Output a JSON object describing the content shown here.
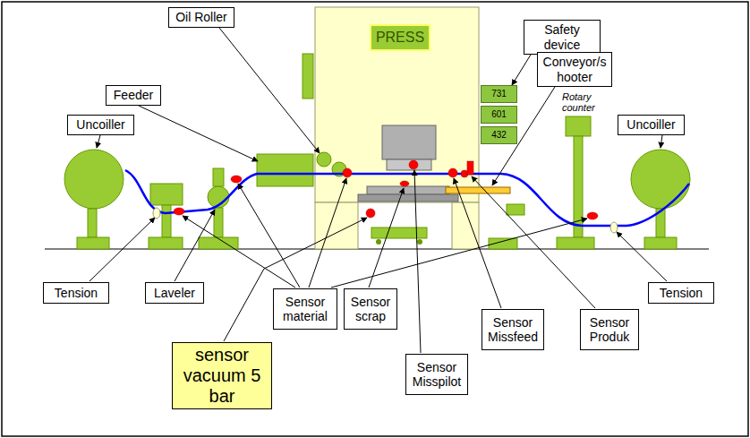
{
  "diagram": {
    "nodes": [
      {
        "text": [
          "Oil Roller"
        ]
      },
      {
        "text": [
          "Safety device"
        ]
      },
      {
        "text": [
          "Feeder"
        ]
      },
      {
        "text": [
          "PRESS"
        ]
      },
      {
        "text": [
          "Uncoiller"
        ]
      },
      {
        "text": [
          "731"
        ]
      },
      {
        "text": [
          "601"
        ]
      },
      {
        "text": [
          "432"
        ]
      },
      {
        "text": [
          "Conveyor/s hooter"
        ]
      },
      {
        "text": [
          "Uncoiller"
        ]
      },
      {
        "text": [
          "Tension"
        ]
      },
      {
        "text": [
          "Laveler"
        ]
      },
      {
        "text": [
          "Sensor material"
        ]
      },
      {
        "text": [
          "Sensor scrap"
        ]
      },
      {
        "text": [
          "Sensor Missfeed"
        ]
      },
      {
        "text": [
          "Sensor Produk"
        ]
      },
      {
        "text": [
          "Tension"
        ]
      },
      {
        "text": [
          "sensor vacuum 5 bar"
        ]
      },
      {
        "text": [
          "Sensor Misspilot"
        ]
      }
    ],
    "edges": [
      {
        "from": 1,
        "to": 5,
        "arrow": "to"
      }
    ],
    "labels": [
      "Rotary counter"
    ]
  }
}
